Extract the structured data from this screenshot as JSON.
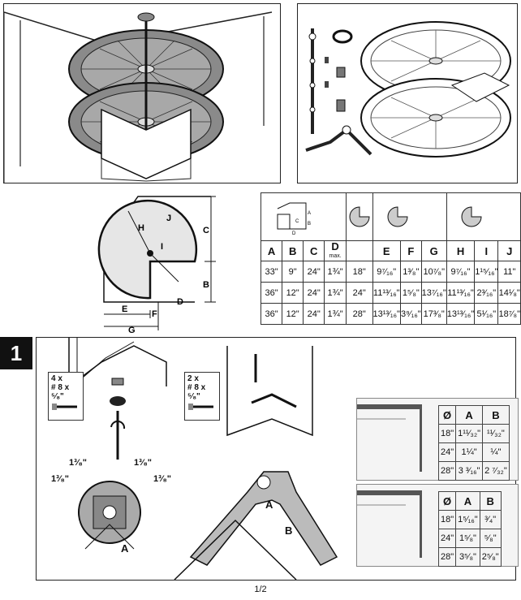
{
  "spec_table": {
    "headers": [
      "A",
      "B",
      "C",
      "D",
      "E",
      "F",
      "G",
      "H",
      "I",
      "J"
    ],
    "d_sub": "max.",
    "dim_letters": {
      "a": "A",
      "b": "B",
      "c": "C",
      "d": "D"
    },
    "rows": [
      [
        "33\"",
        "9\"",
        "24\"",
        "1¾\"",
        "18\"",
        "9⁷⁄₁₆\"",
        "1³⁄₈\"",
        "10⁷⁄₈\"",
        "9⁷⁄₁₆\"",
        "1¹⁵⁄₁₆\"",
        "11\""
      ],
      [
        "36\"",
        "12\"",
        "24\"",
        "1¾\"",
        "24\"",
        "11¹³⁄₁₆\"",
        "1⁵⁄₈\"",
        "13⁷⁄₁₆\"",
        "11¹³⁄₁₆\"",
        "2³⁄₁₆\"",
        "14¹⁄₈\""
      ],
      [
        "36\"",
        "12\"",
        "24\"",
        "1¾\"",
        "28\"",
        "13¹³⁄₁₆\"",
        "3⁹⁄₁₆\"",
        "17³⁄₈\"",
        "13¹³⁄₁₆\"",
        "5¹⁄₁₆\"",
        "18⁷⁄₈\""
      ]
    ]
  },
  "plan_labels": {
    "h": "H",
    "i": "I",
    "j": "J",
    "c": "C",
    "b": "B",
    "d": "D",
    "e": "E",
    "f": "F",
    "g": "G"
  },
  "step": {
    "number": "1"
  },
  "screws_left": {
    "qty": "4 x",
    "size": "# 8 x ⁵⁄₈\""
  },
  "screws_mid": {
    "qty": "2 x",
    "size": "# 8 x ⁵⁄₈\""
  },
  "bracket_dims": {
    "d1": "1³⁄₈\"",
    "d2": "1³⁄₈\"",
    "d3": "1³⁄₈\"",
    "d4": "1³⁄₈\"",
    "a": "A"
  },
  "arm_labels": {
    "a": "A",
    "b": "B"
  },
  "mini_table_1": {
    "header": [
      "Ø",
      "A",
      "B"
    ],
    "rows": [
      [
        "18\"",
        "1¹¹⁄₃₂\"",
        "¹¹⁄₃₂\""
      ],
      [
        "24\"",
        "1¼\"",
        "¼\""
      ],
      [
        "28\"",
        "3 ³⁄₁₆\"",
        "2 ⁷⁄₃₂\""
      ]
    ]
  },
  "mini_table_2": {
    "header": [
      "Ø",
      "A",
      "B"
    ],
    "rows": [
      [
        "18\"",
        "1⁵⁄₁₆\"",
        "³⁄₄\""
      ],
      [
        "24\"",
        "1⁵⁄₈\"",
        "⁵⁄₈\""
      ],
      [
        "28\"",
        "3⁵⁄₈\"",
        "2⁵⁄₈\""
      ]
    ]
  },
  "footer": {
    "page": "1/2"
  }
}
